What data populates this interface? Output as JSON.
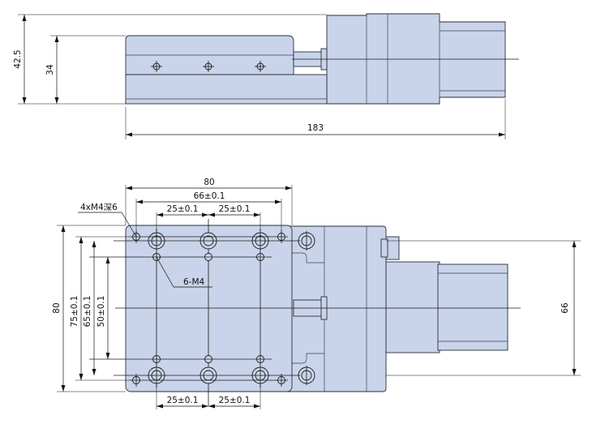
{
  "side_view": {
    "dim_height_total": "42.5",
    "dim_height_table": "34",
    "dim_length": "183"
  },
  "top_view": {
    "dim_table_width": "80",
    "dim_hole_pitch_outer": "66±0.1",
    "dim_hole_pitch_left": "25±0.1",
    "dim_hole_pitch_right": "25±0.1",
    "dim_bottom_pitch_left": "25±0.1",
    "dim_bottom_pitch_right": "25±0.1",
    "dim_table_height": "80",
    "dim_v_75": "75±0.1",
    "dim_v_65": "65±0.1",
    "dim_v_50": "50±0.1",
    "dim_base_width": "66",
    "note_counterbore": "4xM4深6",
    "note_tapped": "6-M4"
  },
  "colors": {
    "body": "#c9d3ea",
    "line": "#1a1a1a"
  }
}
